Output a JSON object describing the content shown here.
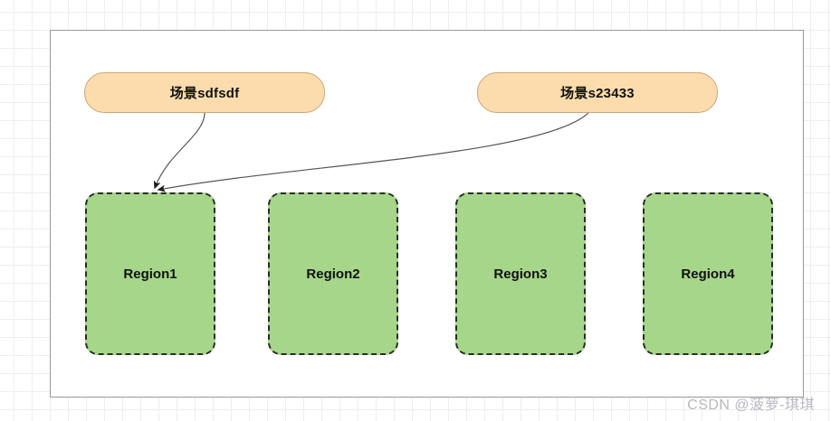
{
  "diagram": {
    "scenes": [
      {
        "id": "scene-1",
        "label": "场景sdfsdf"
      },
      {
        "id": "scene-2",
        "label": "场景s23433"
      }
    ],
    "regions": [
      {
        "id": "region-1",
        "label": "Region1"
      },
      {
        "id": "region-2",
        "label": "Region2"
      },
      {
        "id": "region-3",
        "label": "Region3"
      },
      {
        "id": "region-4",
        "label": "Region4"
      }
    ],
    "connectors": [
      {
        "name": "scene-1-to-region-1",
        "from": "场景sdfsdf",
        "to": "Region1",
        "arrow": "end"
      },
      {
        "name": "scene-2-to-region-1",
        "from": "场景s23433",
        "to": "Region1",
        "arrow": "end"
      }
    ]
  },
  "colors": {
    "scene_fill": "#fcdcac",
    "scene_stroke": "#c9a77a",
    "region_fill": "#a5d68a",
    "region_stroke": "#2b2b2b",
    "panel_stroke": "#9a9a9a",
    "grid_minor": "#f0eeec",
    "grid_major": "#e2e0de",
    "connector_stroke": "#555555",
    "watermark": "#b9b9c4"
  },
  "watermark": {
    "text": "CSDN @菠萝-琪琪"
  }
}
